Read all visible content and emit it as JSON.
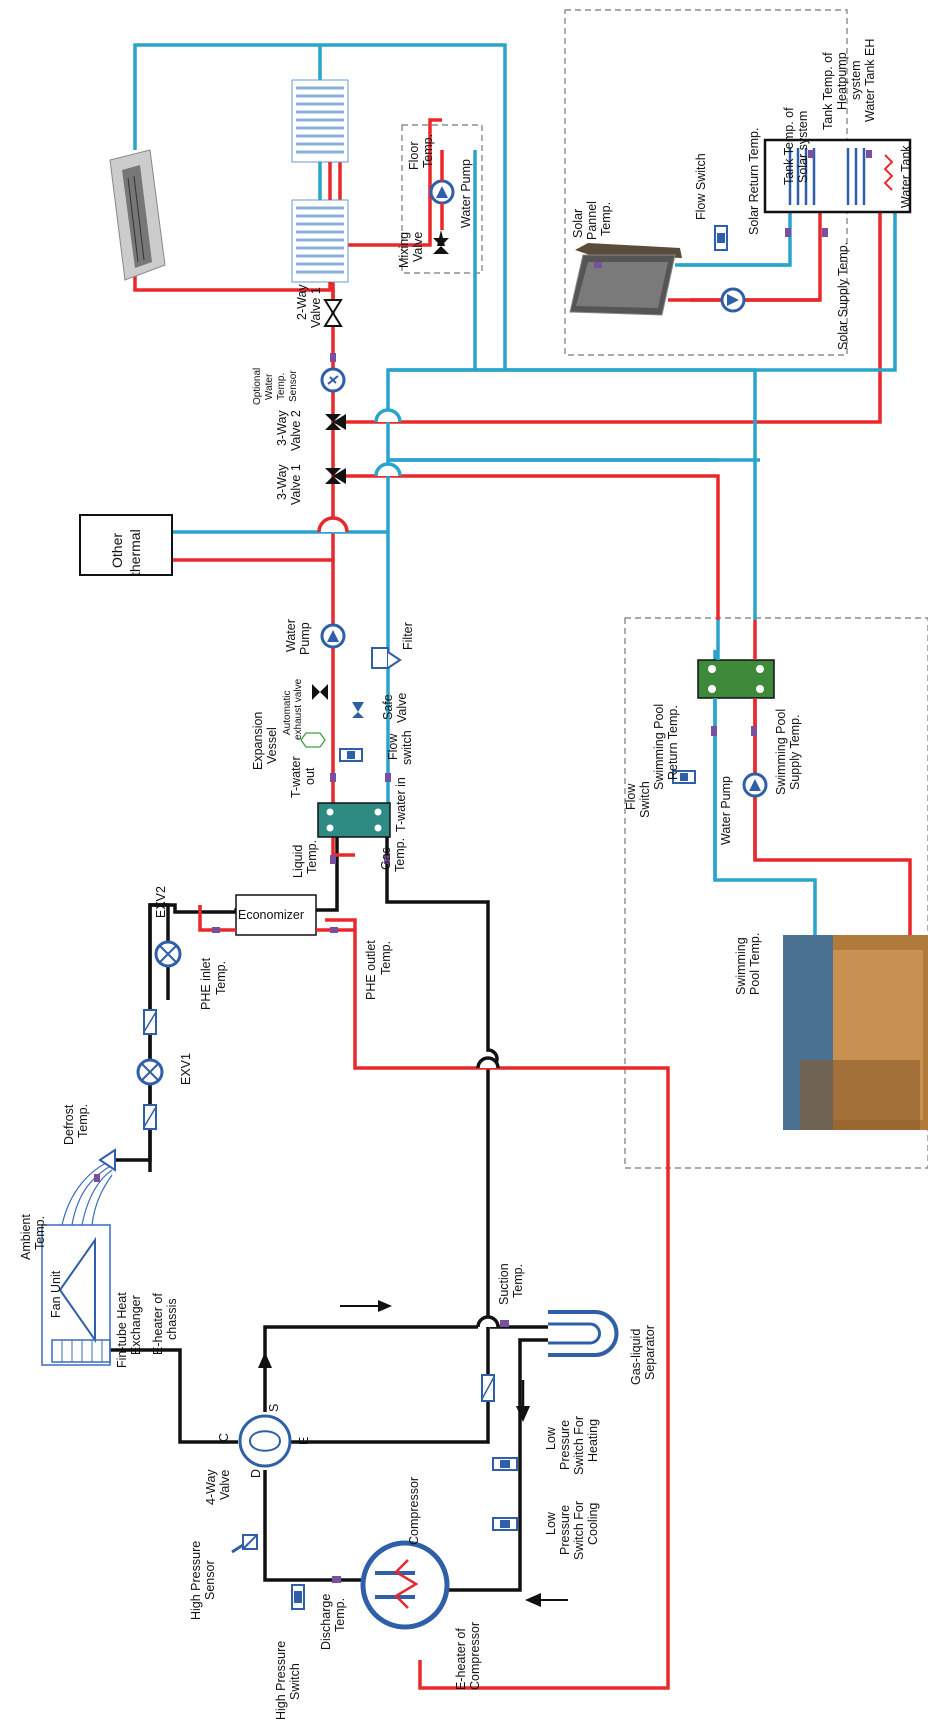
{
  "labels": {
    "ambient_temp": [
      "Ambient",
      "Temp."
    ],
    "fan_unit": "Fan Unit",
    "fin_tube": [
      "Fin-tube Heat",
      "Exchanger",
      "E-heater of",
      "chassis"
    ],
    "defrost_temp": [
      "Defrost",
      "Temp."
    ],
    "exv1": "EXV1",
    "exv2": "EXV2",
    "phe_inlet": [
      "PHE inlet",
      "Temp."
    ],
    "economizer": "Economizer",
    "phe_outlet": [
      "PHE outlet",
      "Temp."
    ],
    "liquid_temp": [
      "Liquid",
      "Temp."
    ],
    "gas_temp": [
      "Gas",
      "Temp."
    ],
    "t_water_out": [
      "T-water",
      "out"
    ],
    "t_water_in": "T-water in",
    "expansion_vessel": [
      "Expansion",
      "Vessel"
    ],
    "auto_exhaust": [
      "Automatic",
      "exhaust valve"
    ],
    "safe_valve": [
      "Safe",
      "Valve"
    ],
    "flow_switch_main": [
      "Flow",
      "switch"
    ],
    "water_pump_main": [
      "Water",
      "Pump"
    ],
    "filter": "Filter",
    "other_thermal": [
      "Other",
      "thermal"
    ],
    "three_way_1": [
      "3-Way",
      "Valve 1"
    ],
    "three_way_2": [
      "3-Way",
      "Valve 2"
    ],
    "optional_sensor": [
      "Optional",
      "Water",
      "Temp.",
      "Sensor"
    ],
    "two_way_1": [
      "2-Way",
      "Valve 1"
    ],
    "mixing_valve": [
      "Mixing",
      "Valve"
    ],
    "floor_temp": [
      "Floor",
      "Temp."
    ],
    "water_pump_floor": "Water Pump",
    "four_way_valve": [
      "4-Way",
      "Valve"
    ],
    "port_c": "C",
    "port_s": "S",
    "port_d": "D",
    "port_e": "E",
    "high_pressure_sensor": [
      "High Pressure",
      "Sensor"
    ],
    "high_pressure_switch": [
      "High Pressure",
      "Switch"
    ],
    "discharge_temp": [
      "Discharge",
      "Temp."
    ],
    "compressor": "Compressor",
    "e_heater_compressor": [
      "E-heater of",
      "Compressor"
    ],
    "low_p_cooling": [
      "Low",
      "Pressure",
      "Switch For",
      "Cooling"
    ],
    "low_p_heating": [
      "Low",
      "Pressure",
      "Switch For",
      "Heating"
    ],
    "suction_temp": [
      "Suction",
      "Temp."
    ],
    "gas_liquid_separator": [
      "Gas-liquid",
      "Separator"
    ],
    "solar_pannel_temp": [
      "Solar",
      "Pannel",
      "Temp."
    ],
    "flow_switch_solar": "Flow Switch",
    "solar_return_temp": "Solar Return Temp.",
    "solar_supply_temp": "Solar Supply Temp.",
    "tank_temp_solar": [
      "Tank Temp. of",
      "Solar system"
    ],
    "tank_temp_heatpump": [
      "Tank Temp. of",
      "Heatpump",
      "system"
    ],
    "water_tank_eh": "Water Tank EH",
    "water_tank": "Water Tank",
    "pool_return_temp": [
      "Swimming Pool",
      "Return Temp."
    ],
    "pool_supply_temp": [
      "Swimming Pool",
      "Supply Temp."
    ],
    "flow_switch_pool": [
      "Flow",
      "Switch"
    ],
    "water_pump_pool": "Water Pump",
    "pool_temp": [
      "Swimming",
      "Pool Temp."
    ]
  },
  "colors": {
    "refrigerant_line": "#111111",
    "hot_water_line": "#e8282b",
    "return_water_line": "#2aa4cc",
    "component_blue": "#2f5fa8",
    "plate_exchanger": "#2e8b84",
    "pool_exchanger": "#3f8a3a"
  }
}
